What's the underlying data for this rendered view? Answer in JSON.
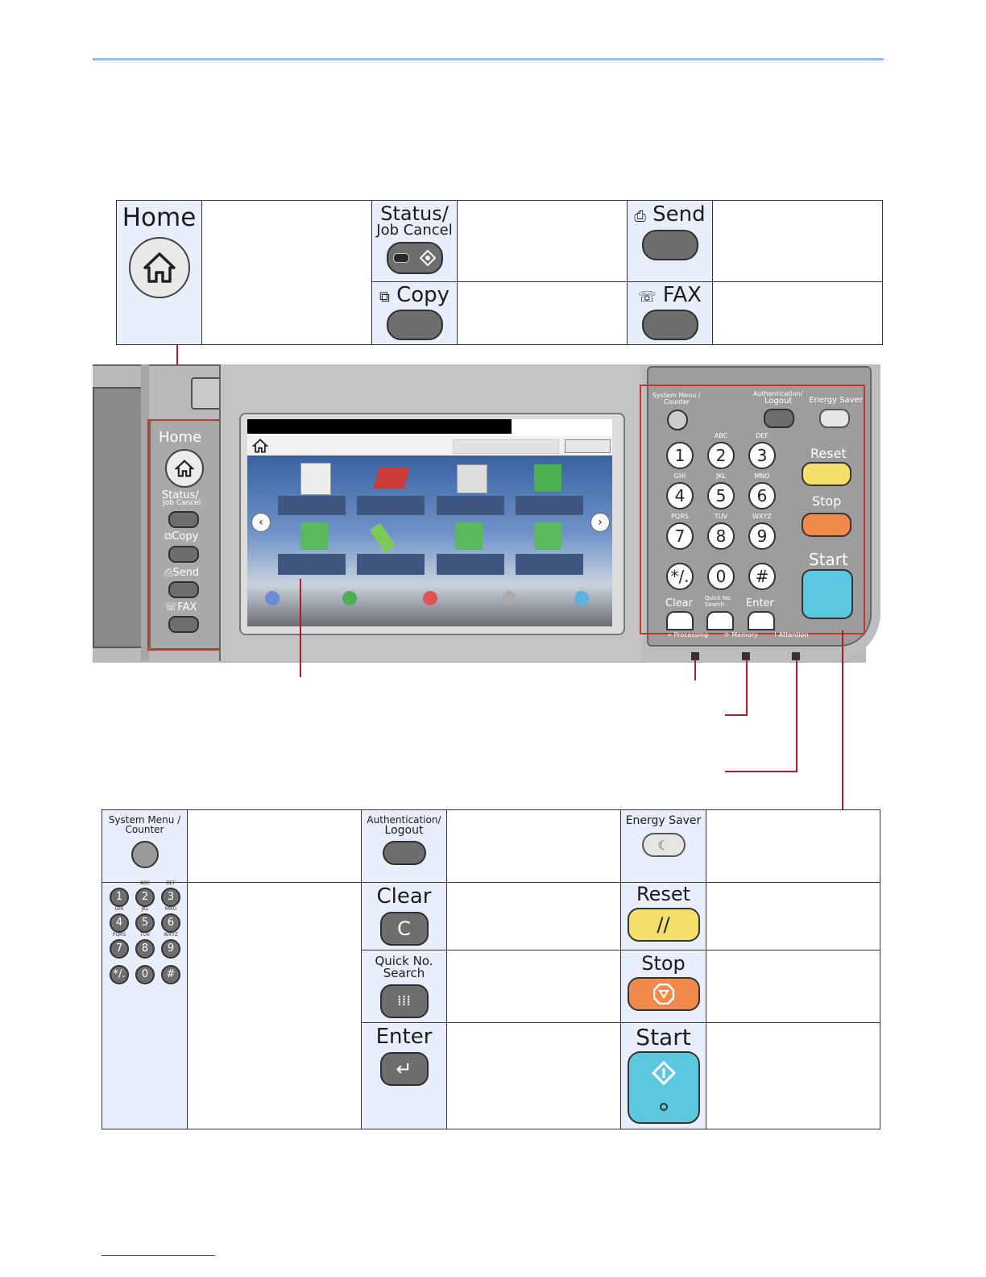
{
  "top_table": {
    "home": "Home",
    "status_line1": "Status/",
    "status_line2": "Job Cancel",
    "send": "Send",
    "copy": "Copy",
    "fax": "FAX"
  },
  "panel": {
    "left_keys": {
      "home": "Home",
      "status1": "Status/",
      "status2": "Job Cancel",
      "copy": "Copy",
      "send": "Send",
      "fax": "FAX"
    },
    "right_keys": {
      "system_menu": "System Menu /",
      "counter": "Counter",
      "auth1": "Authentication/",
      "auth2": "Logout",
      "energy_saver": "Energy Saver",
      "reset": "Reset",
      "stop": "Stop",
      "start": "Start",
      "clear": "Clear",
      "quick1": "Quick No.",
      "quick2": "Search",
      "enter": "Enter",
      "processing": "Processing",
      "memory": "Memory",
      "attention": "Attention",
      "letters": [
        "ABC",
        "DEF",
        "GHI",
        "JKL",
        "MNO",
        "PQRS",
        "TUV",
        "WXYZ"
      ],
      "digits": [
        "1",
        "2",
        "3",
        "4",
        "5",
        "6",
        "7",
        "8",
        "9",
        "*/.",
        "0",
        "#"
      ]
    }
  },
  "bottom_table": {
    "system_menu1": "System Menu /",
    "system_menu2": "Counter",
    "auth1": "Authentication/",
    "auth2": "Logout",
    "energy_saver": "Energy Saver",
    "clear": "Clear",
    "reset": "Reset",
    "quick1": "Quick No.",
    "quick2": "Search",
    "stop": "Stop",
    "enter": "Enter",
    "start": "Start",
    "letters": [
      "ABC",
      "DEF",
      "GHI",
      "JKL",
      "MNO",
      "PQRS",
      "TUV",
      "WXYZ"
    ],
    "digits": [
      "1",
      "2",
      "3",
      "4",
      "5",
      "6",
      "7",
      "8",
      "9",
      "*/.",
      "0",
      "#"
    ]
  },
  "colors": {
    "key_bg": "#e8eefb",
    "callout_red": "#b01a2a",
    "reset_yellow": "#f5df6a",
    "stop_orange": "#f08a4b",
    "start_cyan": "#5cc8e0",
    "rule_blue": "#9bbde5"
  }
}
